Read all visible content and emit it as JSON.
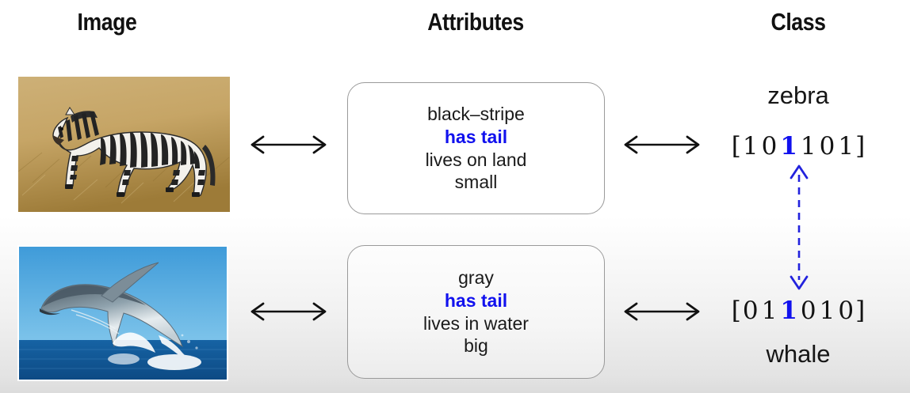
{
  "headers": {
    "image": "Image",
    "attributes": "Attributes",
    "class": "Class"
  },
  "colors": {
    "highlight_blue": "#1111ee",
    "arrow_black": "#111111",
    "box_border": "#9a9a9a"
  },
  "rows": [
    {
      "id": "zebra",
      "image_alt": "zebra standing in dry golden grass",
      "attributes": [
        {
          "text": "black–stripe",
          "highlight": false
        },
        {
          "text": "has tail",
          "highlight": true
        },
        {
          "text": "lives on land",
          "highlight": false
        },
        {
          "text": "small",
          "highlight": false
        }
      ],
      "class_name": "zebra",
      "class_name_position": "above",
      "vector": {
        "open": "[",
        "close": "]",
        "digits": [
          "1",
          "0",
          "1",
          "1",
          "0",
          "1"
        ],
        "highlight_index": 2
      }
    },
    {
      "id": "whale",
      "image_alt": "humpback whale breaching out of blue ocean",
      "attributes": [
        {
          "text": "gray",
          "highlight": false
        },
        {
          "text": "has tail",
          "highlight": true
        },
        {
          "text": "lives in water",
          "highlight": false
        },
        {
          "text": "big",
          "highlight": false
        }
      ],
      "class_name": "whale",
      "class_name_position": "below",
      "vector": {
        "open": "[",
        "close": "]",
        "digits": [
          "0",
          "1",
          "1",
          "0",
          "1",
          "0"
        ],
        "highlight_index": 2
      }
    }
  ],
  "connectors": {
    "image_to_attributes": "double-headed-arrow",
    "attributes_to_class": "double-headed-arrow",
    "shared_attribute_link": "blue-dashed-double-headed-arrow"
  }
}
